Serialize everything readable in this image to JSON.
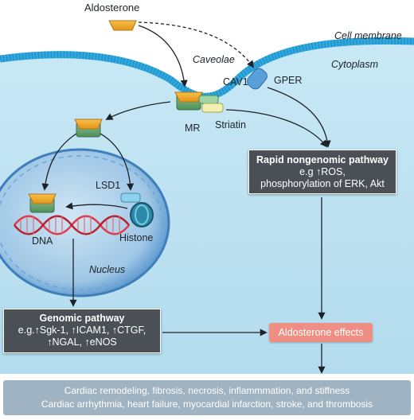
{
  "colors": {
    "membrane": "#2fa9df",
    "cytoplasm": "#bfe3f1",
    "nucleus": "#4b86c0",
    "hormone": "#f0a92c",
    "receptor": "#6ea776",
    "effects_box": "#ef8f84",
    "bottom_box": "#9fb3c2",
    "dark_box": "#4b5057"
  },
  "labels": {
    "aldosterone": "Aldosterone",
    "cell_membrane": "Cell membrane",
    "caveolae": "Caveolae",
    "cytoplasm": "Cytoplasm",
    "cav1": "CAV1",
    "gper": "GPER",
    "mr": "MR",
    "striatin": "Striatin",
    "lsd1": "LSD1",
    "dna": "DNA",
    "histone": "Histone",
    "nucleus": "Nucleus"
  },
  "rapid_box": {
    "title": "Rapid nongenomic pathway",
    "line1": "e.g ↑ROS,",
    "line2": "phosphorylation of ERK, Akt"
  },
  "genomic_box": {
    "title": "Genomic pathway",
    "line1": "e.g.↑Sgk-1, ↑ICAM1, ↑CTGF,",
    "line2": "↑NGAL, ↑eNOS"
  },
  "effects_box": {
    "label": "Aldosterone effects"
  },
  "outcomes_box": {
    "line1": "Cardiac remodeling, fibrosis, necrosis, inflammmation, and stiffness",
    "line2": "Cardiac arrhythmia, heart failure, myocardial infarction, stroke, and thrombosis"
  }
}
